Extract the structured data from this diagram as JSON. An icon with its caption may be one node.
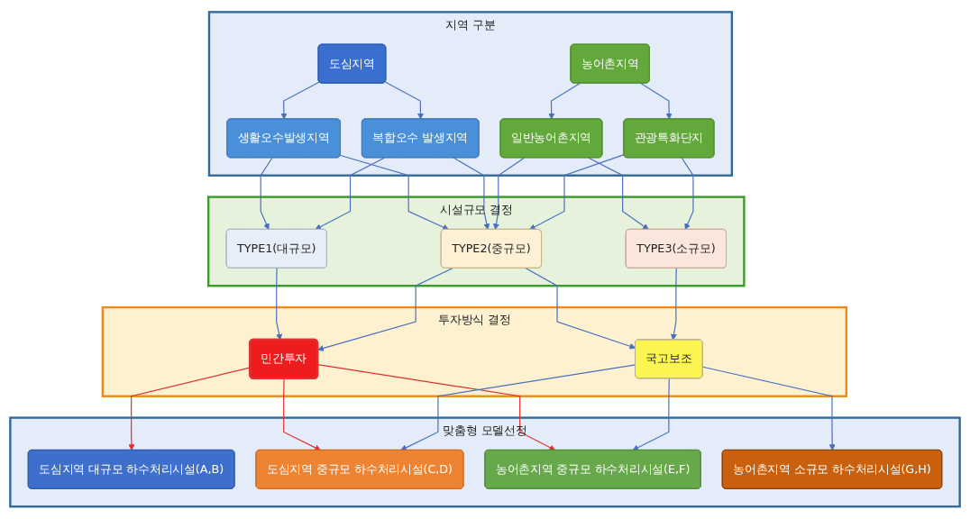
{
  "diagram": {
    "nodes": [
      {
        "text": [
          "지역 구분"
        ]
      },
      {
        "text": [
          "도심지역"
        ],
        "in": 0
      },
      {
        "text": [
          "농어촌지역"
        ],
        "in": 0
      },
      {
        "text": [
          "생활오수발생지역"
        ],
        "in": 0
      },
      {
        "text": [
          "복합오수 발생지역"
        ],
        "in": 0
      },
      {
        "text": [
          "일반농어촌지역"
        ],
        "in": 0
      },
      {
        "text": [
          "관광특화단지"
        ],
        "in": 0
      },
      {
        "text": [
          "시설규모 결정"
        ]
      },
      {
        "text": [
          "TYPE1(대규모)"
        ],
        "in": 7
      },
      {
        "text": [
          "TYPE2(중규모)"
        ],
        "in": 7
      },
      {
        "text": [
          "TYPE3(소규모)"
        ],
        "in": 7
      },
      {
        "text": [
          "투자방식 결정"
        ]
      },
      {
        "text": [
          "민간투자"
        ],
        "in": 11
      },
      {
        "text": [
          "국고보조"
        ],
        "in": 11
      },
      {
        "text": [
          "맞춤형 모델선정"
        ]
      },
      {
        "text": [
          "도심지역 대규모 하수처리시설(A,B)"
        ],
        "in": 14
      },
      {
        "text": [
          "도심지역 중규모 하수처리시설(C,D)"
        ],
        "in": 14
      },
      {
        "text": [
          "농어촌지역 중규모 하수처리시설(E,F)"
        ],
        "in": 14
      },
      {
        "text": [
          "농어촌지역 소규모 하수처리시설(G,H)"
        ],
        "in": 14
      }
    ],
    "edges": [
      {
        "from": 1,
        "to": 3,
        "arrow": "to"
      },
      {
        "from": 1,
        "to": 4,
        "arrow": "to"
      },
      {
        "from": 2,
        "to": 5,
        "arrow": "to"
      },
      {
        "from": 2,
        "to": 6,
        "arrow": "to"
      },
      {
        "from": 3,
        "to": 8,
        "arrow": "to"
      },
      {
        "from": 3,
        "to": 9,
        "arrow": "to"
      },
      {
        "from": 4,
        "to": 8,
        "arrow": "to"
      },
      {
        "from": 4,
        "to": 9,
        "arrow": "to"
      },
      {
        "from": 5,
        "to": 9,
        "arrow": "to"
      },
      {
        "from": 5,
        "to": 10,
        "arrow": "to"
      },
      {
        "from": 6,
        "to": 9,
        "arrow": "to"
      },
      {
        "from": 6,
        "to": 10,
        "arrow": "to"
      },
      {
        "from": 8,
        "to": 12,
        "arrow": "to"
      },
      {
        "from": 9,
        "to": 12,
        "arrow": "to"
      },
      {
        "from": 9,
        "to": 13,
        "arrow": "to"
      },
      {
        "from": 10,
        "to": 13,
        "arrow": "to"
      },
      {
        "from": 12,
        "to": 15,
        "arrow": "to",
        "color": "#e03030"
      },
      {
        "from": 12,
        "to": 16,
        "arrow": "to",
        "color": "#e03030"
      },
      {
        "from": 12,
        "to": 17,
        "arrow": "to",
        "color": "#e03030"
      },
      {
        "from": 13,
        "to": 16,
        "arrow": "to"
      },
      {
        "from": 13,
        "to": 17,
        "arrow": "to"
      },
      {
        "from": 13,
        "to": 18,
        "arrow": "to"
      }
    ]
  }
}
